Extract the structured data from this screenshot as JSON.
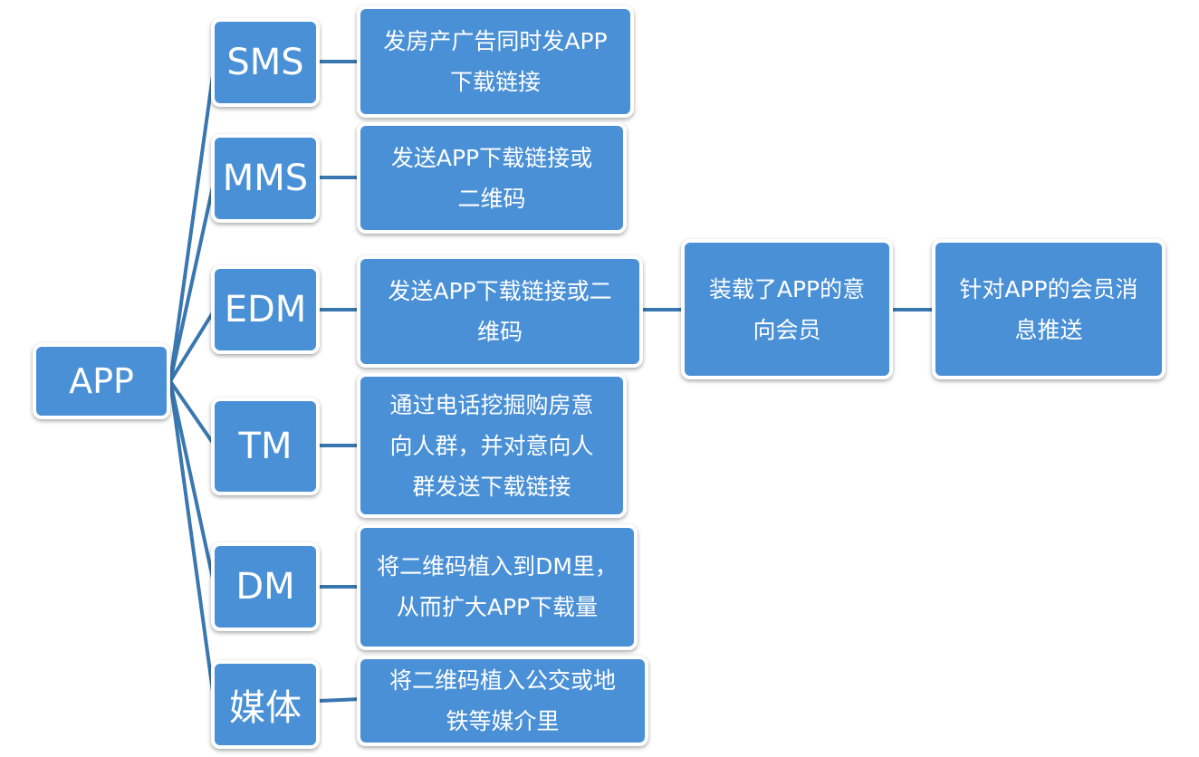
{
  "colors": {
    "node_fill": "#4a90d6",
    "node_border": "#ffffff",
    "edge": "#3a77b0"
  },
  "root": {
    "label": "APP"
  },
  "channels": [
    {
      "label": "SMS",
      "desc": [
        "发房产广告同时发APP",
        "下载链接"
      ]
    },
    {
      "label": "MMS",
      "desc": [
        "发送APP下载链接或",
        "二维码"
      ]
    },
    {
      "label": "EDM",
      "desc": [
        "发送APP下载链接或二",
        "维码"
      ]
    },
    {
      "label": "TM",
      "desc": [
        "通过电话挖掘购房意",
        "向人群，并对意向人",
        "群发送下载链接"
      ]
    },
    {
      "label": "DM",
      "desc": [
        "将二维码植入到DM里，",
        "从而扩大APP下载量"
      ]
    },
    {
      "label": "媒体",
      "desc": [
        "将二维码植入公交或地",
        "铁等媒介里"
      ]
    }
  ],
  "flow": [
    {
      "lines": [
        "装载了APP的意",
        "向会员"
      ]
    },
    {
      "lines": [
        "针对APP的会员消",
        "息推送"
      ]
    }
  ]
}
